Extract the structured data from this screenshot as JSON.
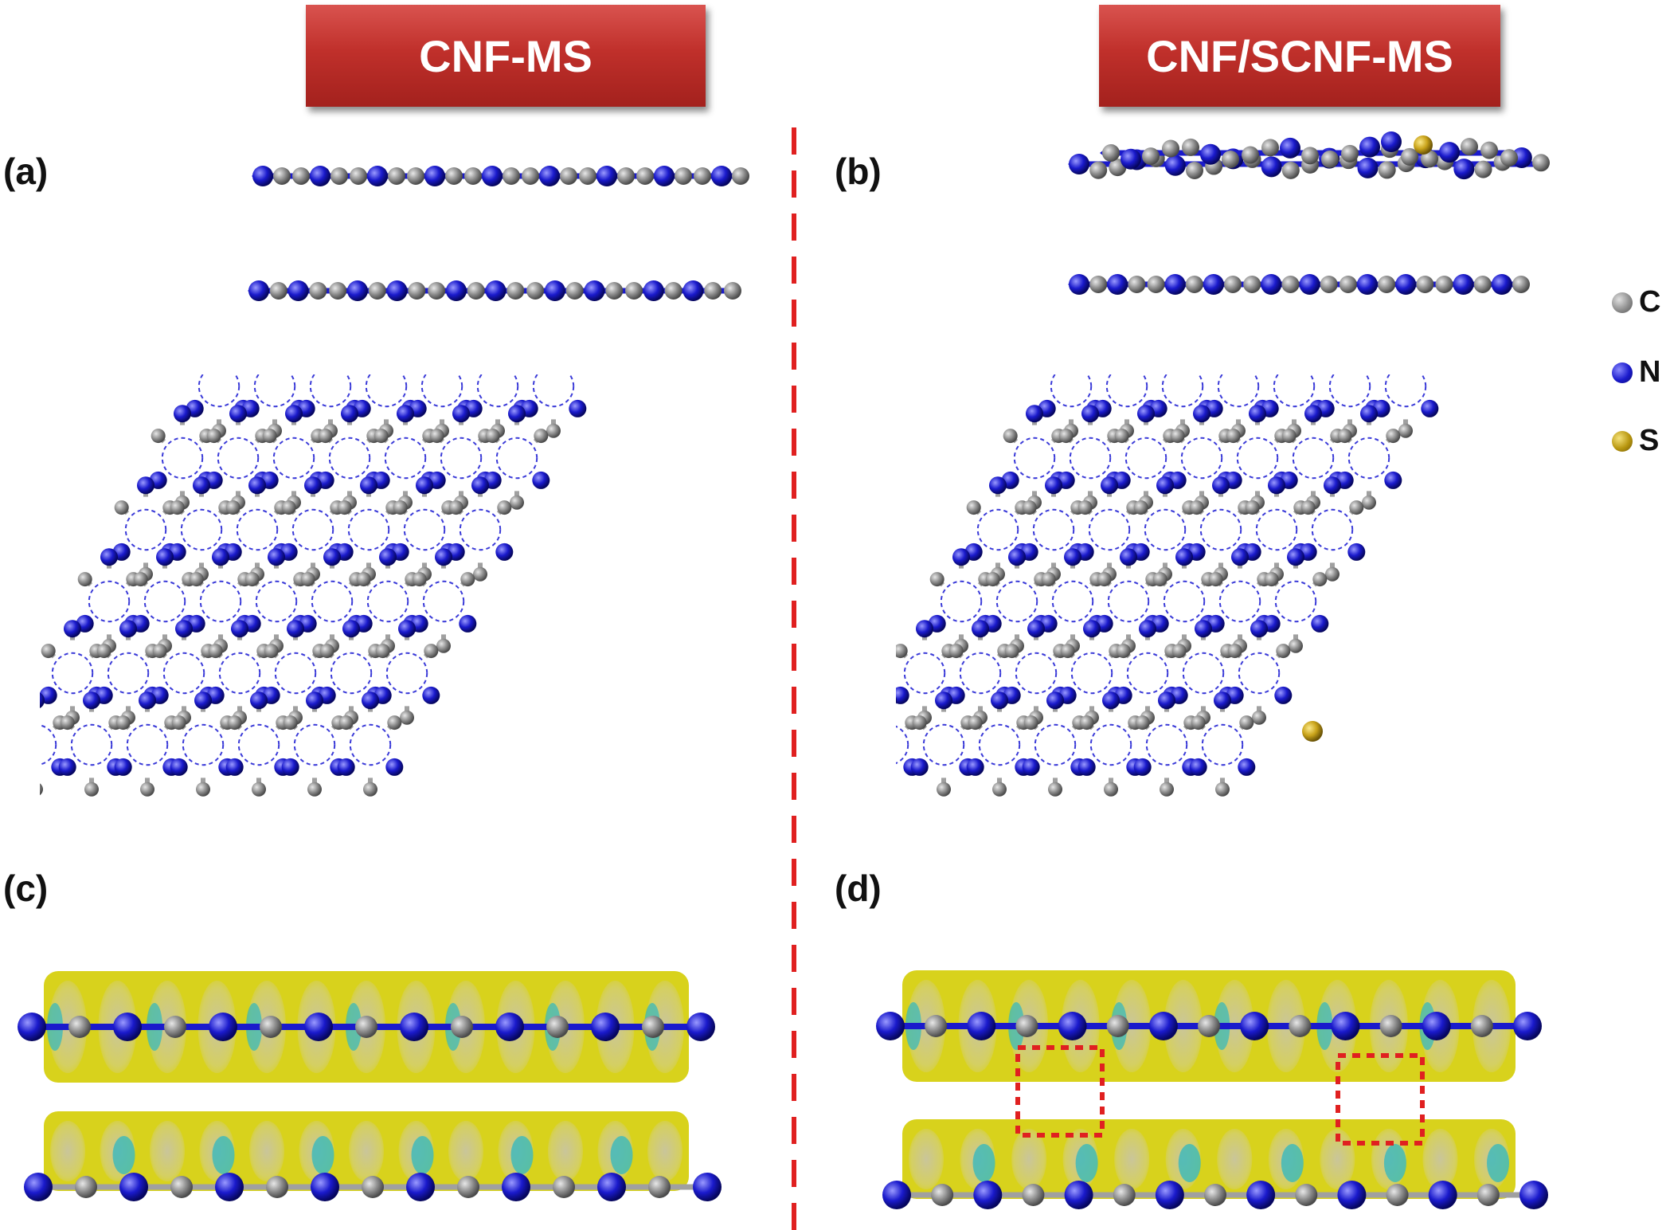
{
  "titles": {
    "left": "CNF-MS",
    "right": "CNF/SCNF-MS"
  },
  "panel_labels": {
    "a": "(a)",
    "b": "(b)",
    "c": "(c)",
    "d": "(d)"
  },
  "legend": [
    {
      "symbol": "C",
      "color": "#8f8f8f"
    },
    {
      "symbol": "N",
      "color": "#1a1acc"
    },
    {
      "symbol": "S",
      "color": "#b8960f"
    }
  ],
  "colors": {
    "carbon": "#8f8f8f",
    "nitrogen": "#1a1acc",
    "sulfur": "#c9a31a",
    "bond": "#a0a0a0",
    "isosurface_yellow": "#d8d21c",
    "isosurface_cyan": "#2fb8c0",
    "divider": "#e02020",
    "highlight_box": "#e02020"
  }
}
